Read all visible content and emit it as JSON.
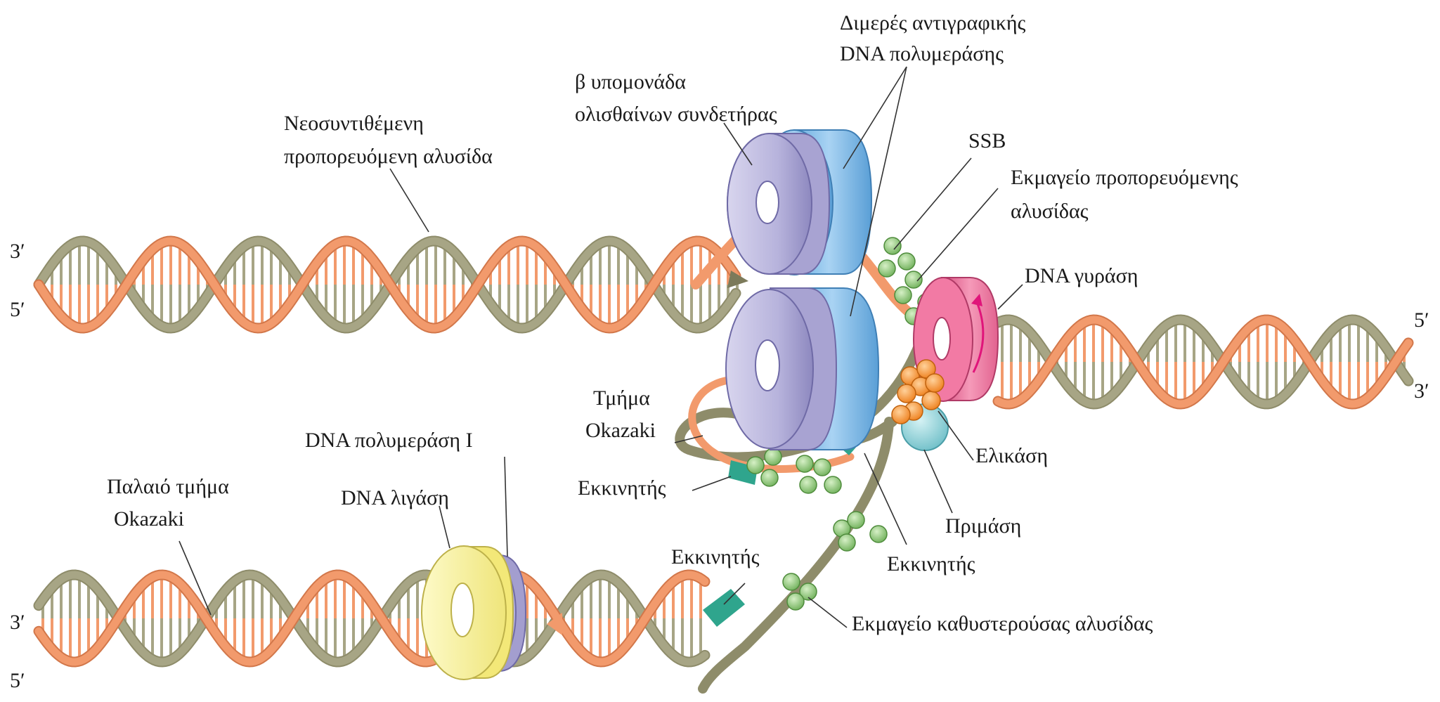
{
  "labels": {
    "dimeric_polymerase_l1": "Διμερές αντιγραφικής",
    "dimeric_polymerase_l2": "DNA πολυμεράσης",
    "beta_subunit_l1": "β υπομονάδα",
    "beta_subunit_l2": "ολισθαίνων συνδετήρας",
    "new_leading_l1": "Νεοσυντιθέμενη",
    "new_leading_l2": "προπορευόμενη αλυσίδα",
    "ssb": "SSB",
    "leading_template_l1": "Εκμαγείο προπορευόμενης",
    "leading_template_l2": "αλυσίδας",
    "gyrase": "DNA γυράση",
    "okazaki_segment_l1": "Τμήμα",
    "okazaki_segment_l2": "Okazaki",
    "helicase": "Ελικάση",
    "primase": "Πριμάση",
    "primer_left": "Εκκινητής",
    "primer_center": "Εκκινητής",
    "primer_lower": "Εκκινητής",
    "polymerase_one": "DNA πολυμεράση Ι",
    "ligase": "DNA λιγάση",
    "old_okazaki_l1": "Παλαιό τμήμα",
    "old_okazaki_l2": "Okazaki",
    "lagging_template": "Εκμαγείο καθυστερούσας αλυσίδας"
  },
  "ends": {
    "top_left_3": "3′",
    "top_left_5": "5′",
    "right_5": "5′",
    "right_3": "3′",
    "bottom_left_3": "3′",
    "bottom_left_5": "5′"
  },
  "colors": {
    "orange_strand": "#f29a6c",
    "olive_strand": "#a7a585",
    "clamp": "#b7b3dc",
    "polymerase": "#8fc4ec",
    "gyrase": "#ef6f9a",
    "helicase": "#f6973a",
    "primase": "#8fd0d8",
    "ssb": "#92c97c",
    "primer": "#2fa58d",
    "ligase": "#f7f08e"
  }
}
